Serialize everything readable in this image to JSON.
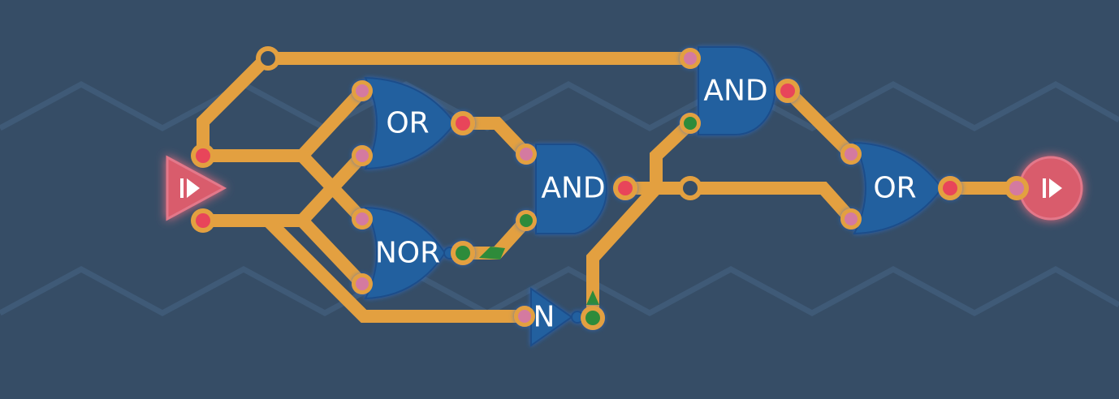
{
  "circuit": {
    "gates": {
      "or_top": "OR",
      "nor": "NOR",
      "and_mid": "AND",
      "and_top": "AND",
      "not": "N",
      "or_final": "OR"
    },
    "colors": {
      "background": "#364d66",
      "wire": "#e3a040",
      "gate": "#24609f",
      "signal_high": "#e8455a",
      "signal_low": "#2e8b3a",
      "io": "#d95b6c"
    },
    "icons": {
      "input": "play-icon",
      "output": "play-icon"
    }
  }
}
